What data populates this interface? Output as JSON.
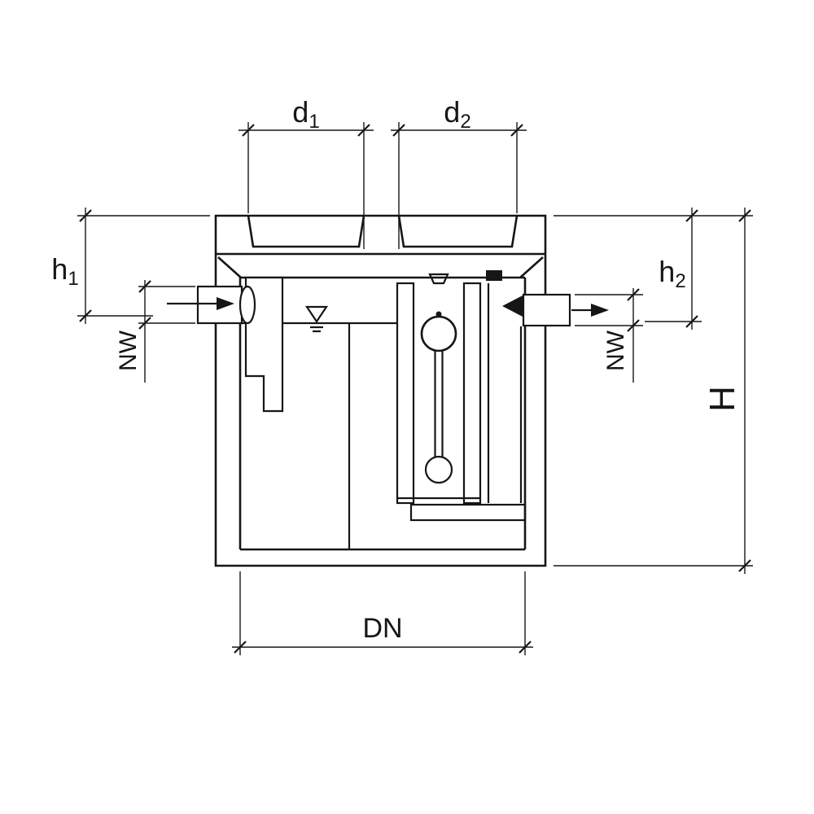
{
  "diagram": {
    "kind": "technical-drawing-grease-separator-section",
    "labels": {
      "d1_base": "d",
      "d1_sub": "1",
      "d2_base": "d",
      "d2_sub": "2",
      "h1_base": "h",
      "h1_sub": "1",
      "h2_base": "h",
      "h2_sub": "2",
      "nw_left": "NW",
      "nw_right": "NW",
      "height": "H",
      "dn": "DN"
    },
    "colors": {
      "line": "#161616",
      "background": "#ffffff"
    }
  }
}
